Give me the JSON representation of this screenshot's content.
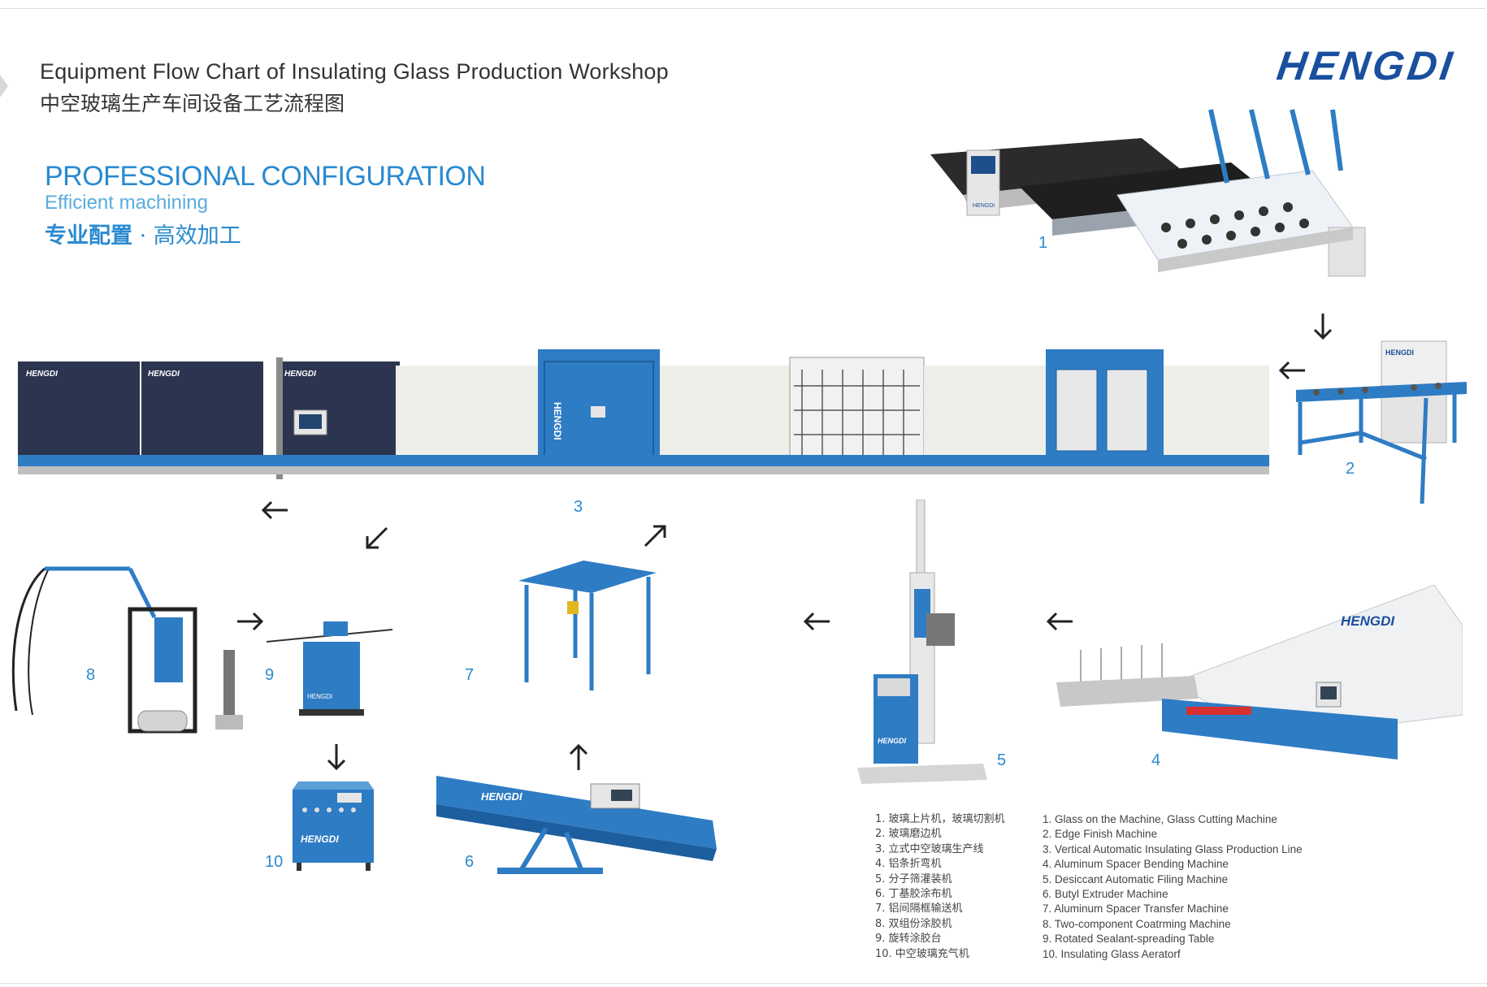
{
  "header": {
    "title_en": "Equipment Flow Chart of Insulating Glass Production Workshop",
    "title_zh": "中空玻璃生产车间设备工艺流程图",
    "logo": "HENGDI"
  },
  "config": {
    "heading": "PROFESSIONAL CONFIGURATION",
    "subheading": "Efficient machining",
    "zh_bold": "专业配置",
    "zh_sep": " · ",
    "zh_rest": "高效加工"
  },
  "machines": [
    {
      "num": "1"
    },
    {
      "num": "2"
    },
    {
      "num": "3"
    },
    {
      "num": "4"
    },
    {
      "num": "5"
    },
    {
      "num": "6"
    },
    {
      "num": "7"
    },
    {
      "num": "8"
    },
    {
      "num": "9"
    },
    {
      "num": "10"
    }
  ],
  "machine_brand_labels": [
    "HENGDI",
    "HENGDI",
    "HENGDI",
    "HENGDI",
    "HENGDI",
    "HENGDI",
    "HENGDI",
    "HENGDI",
    "HENGDI",
    "HENGDI"
  ],
  "legend_zh": [
    "1. 玻璃上片机，玻璃切割机",
    "2. 玻璃磨边机",
    "3. 立式中空玻璃生产线",
    "4. 铝条折弯机",
    "5. 分子筛灌装机",
    "6. 丁基胶涂布机",
    "7. 铝间隔框输送机",
    "8. 双组份涂胶机",
    "9. 旋转涂胶台",
    "10. 中空玻璃充气机"
  ],
  "legend_en": [
    "1. Glass on the Machine, Glass Cutting Machine",
    "2. Edge Finish Machine",
    "3. Vertical Automatic Insulating Glass Production Line",
    "4. Aluminum Spacer Bending Machine",
    "5. Desiccant Automatic Filing Machine",
    "6. Butyl Extruder Machine",
    "7. Aluminum Spacer Transfer Machine",
    "8. Two-component Coatrming Machine",
    "9. Rotated Sealant-spreading Table",
    "10. Insulating Glass Aeratorf"
  ],
  "colors": {
    "brand_blue": "#1a4f9e",
    "accent_blue": "#2a8ad0",
    "machine_blue": "#2e7cc4",
    "panel_navy": "#2c3550",
    "text_dark": "#333333"
  }
}
